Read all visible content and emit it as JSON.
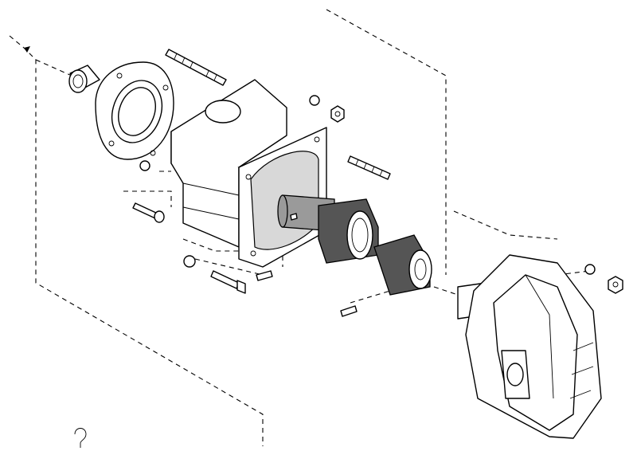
{
  "diagram": {
    "kind": "exploded-assembly",
    "parts": [
      "bearing-bushing",
      "mounting-flange",
      "stud-upper",
      "adapter-housing",
      "washer-top",
      "nut-top",
      "stud-right",
      "drive-shaft",
      "spline-coupling",
      "set-screw-center",
      "washer-left",
      "cap-screw-left",
      "washer-bottom",
      "bolt-bottom",
      "set-screw-small",
      "set-screw-lower",
      "hydraulic-pump",
      "washer-right",
      "nut-right",
      "lifting-eye"
    ],
    "colors": {
      "line": "#000000",
      "background": "#ffffff",
      "shade": "#9a9a9a",
      "dark": "#555555"
    }
  }
}
